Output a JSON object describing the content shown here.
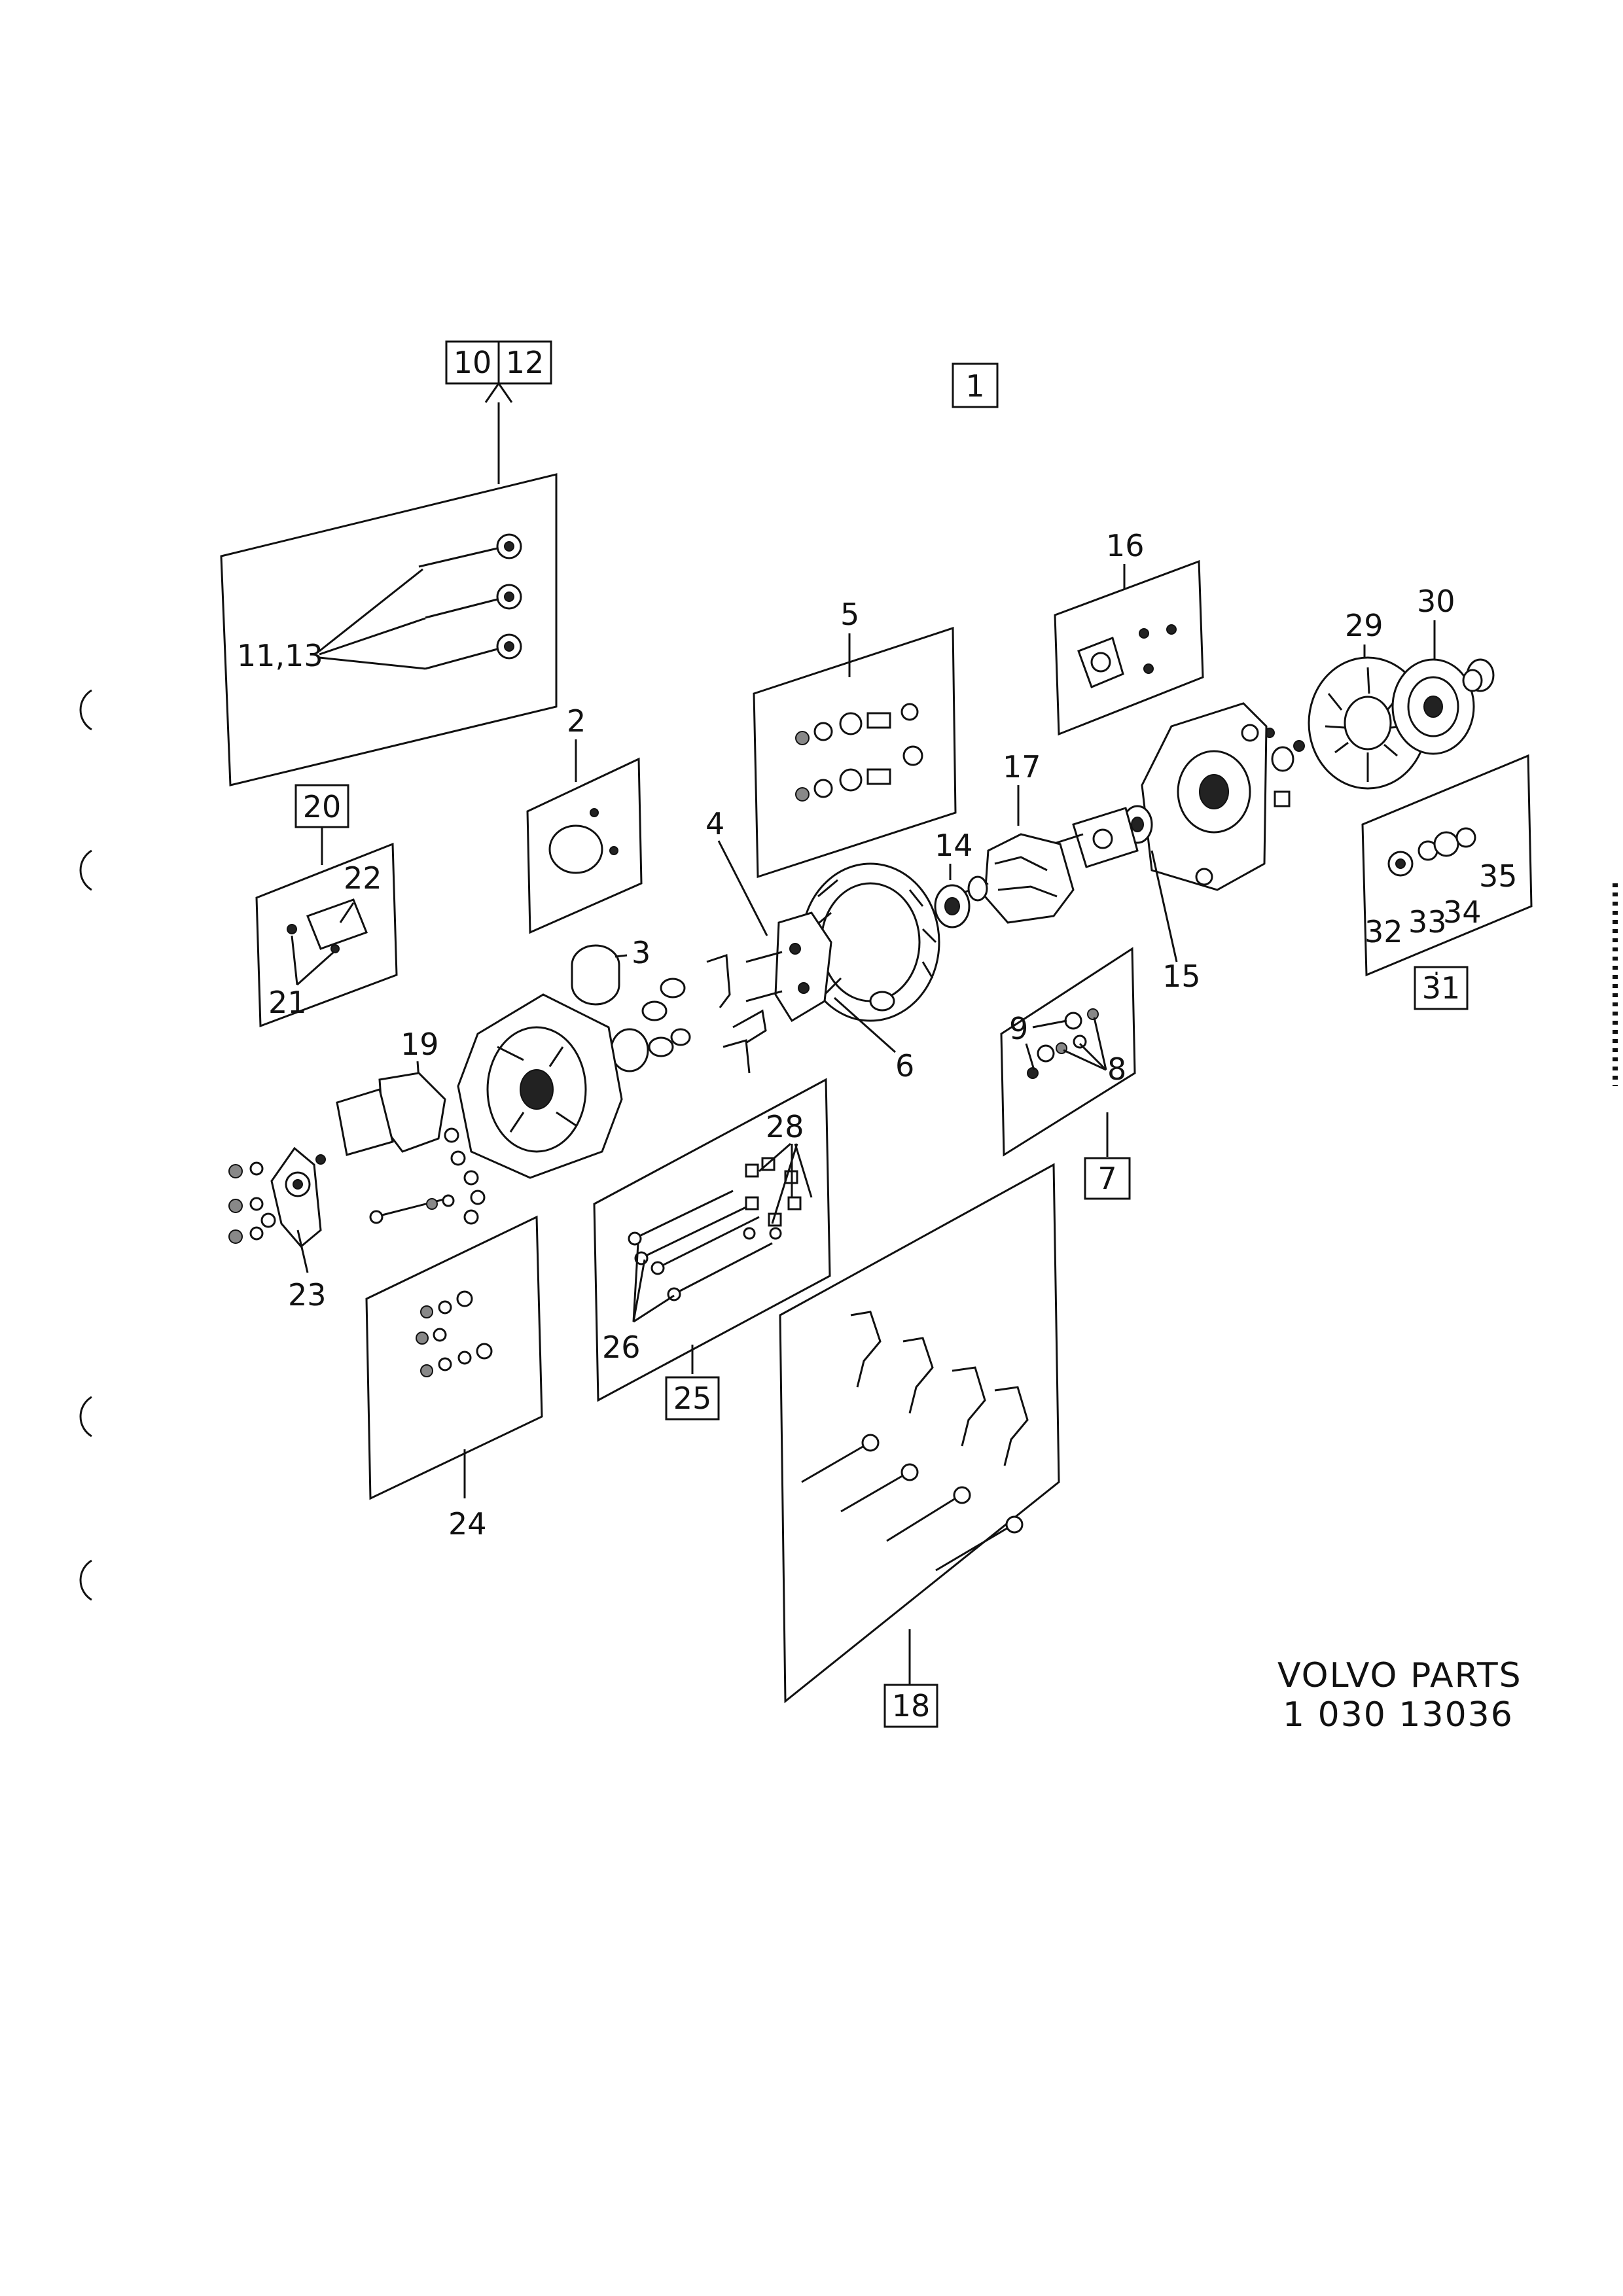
{
  "title_box": "1",
  "boxed_refs": {
    "b10": "10",
    "b12": "12",
    "b20": "20",
    "b31": "31",
    "b7": "7",
    "b25": "25",
    "b18": "18"
  },
  "callouts": {
    "c2": "2",
    "c3": "3",
    "c4": "4",
    "c5": "5",
    "c6": "6",
    "c8": "8",
    "c9": "9",
    "c11_13": "11,13",
    "c14": "14",
    "c15": "15",
    "c16": "16",
    "c17": "17",
    "c19": "19",
    "c21": "21",
    "c22": "22",
    "c23": "23",
    "c24": "24",
    "c26": "26",
    "c28": "28",
    "c29": "29",
    "c30": "30",
    "c32": "32",
    "c33": "33",
    "c34": "34",
    "c35": "35"
  },
  "footer": {
    "line1": "VOLVO PARTS",
    "line2": "1 030  13036"
  }
}
